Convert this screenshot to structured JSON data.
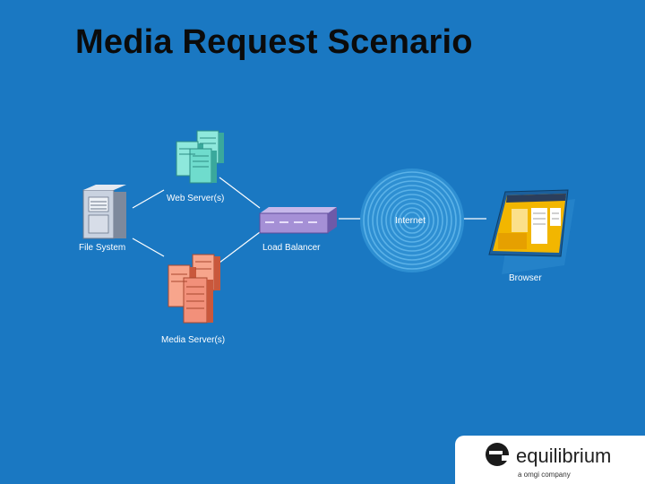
{
  "slide": {
    "title": "Media Request Scenario"
  },
  "diagram": {
    "nodes": {
      "web_servers": "Web Server(s)",
      "file_system": "File System",
      "load_balancer": "Load Balancer",
      "media_servers": "Media Server(s)",
      "internet": "Internet",
      "browser": "Browser"
    }
  },
  "logo": {
    "name": "equilibrium",
    "tagline": "a omgi company"
  },
  "colors": {
    "background": "#1a78c2",
    "web_server": "#5fd6c8",
    "media_server": "#f28a6e",
    "load_balancer": "#9a86c9",
    "file_system": "#b9c4d6",
    "internet": "#4ea8e0",
    "browser_frame": "#f0b400"
  }
}
